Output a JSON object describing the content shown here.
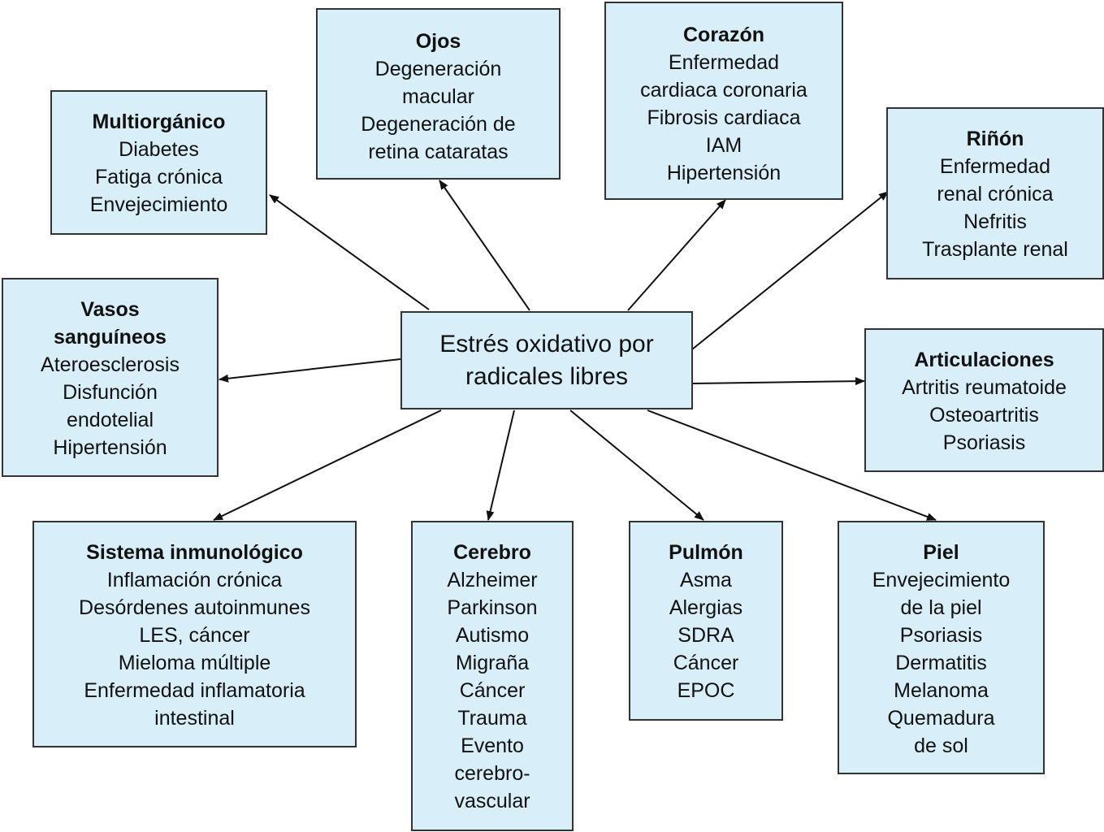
{
  "center": {
    "lines": [
      "Estrés oxidativo por",
      "radicales libres"
    ]
  },
  "boxes": {
    "multiorganico": {
      "title": "Multiorgánico",
      "items": [
        "Diabetes",
        "Fatiga crónica",
        "Envejecimiento"
      ]
    },
    "ojos": {
      "title": "Ojos",
      "items": [
        "Degeneración",
        "macular",
        "Degeneración de",
        "retina cataratas"
      ]
    },
    "corazon": {
      "title": "Corazón",
      "items": [
        "Enfermedad",
        "cardiaca coronaria",
        "Fibrosis cardiaca",
        "IAM",
        "Hipertensión"
      ]
    },
    "rinon": {
      "title": "Riñón",
      "items": [
        "Enfermedad",
        "renal crónica",
        "Nefritis",
        "Trasplante renal"
      ]
    },
    "vasos": {
      "title": "Vasos",
      "title2": "sanguíneos",
      "items": [
        "Ateroesclerosis",
        "Disfunción",
        "endotelial",
        "Hipertensión"
      ]
    },
    "articulaciones": {
      "title": "Articulaciones",
      "items": [
        "Artritis reumatoide",
        "Osteoartritis",
        "Psoriasis"
      ]
    },
    "inmunologico": {
      "title": "Sistema inmunológico",
      "items": [
        "Inflamación crónica",
        "Desórdenes autoinmunes",
        "LES, cáncer",
        "Mieloma múltiple",
        "Enfermedad inflamatoria",
        "intestinal"
      ]
    },
    "cerebro": {
      "title": "Cerebro",
      "items": [
        "Alzheimer",
        "Parkinson",
        "Autismo",
        "Migraña",
        "Cáncer",
        "Trauma",
        "Evento",
        "cerebro-",
        "vascular"
      ]
    },
    "pulmon": {
      "title": "Pulmón",
      "items": [
        "Asma",
        "Alergias",
        "SDRA",
        "Cáncer",
        "EPOC"
      ]
    },
    "piel": {
      "title": "Piel",
      "items": [
        "Envejecimiento",
        "de la piel",
        "Psoriasis",
        "Dermatitis",
        "Melanoma",
        "Quemadura",
        "de sol"
      ]
    }
  },
  "colors": {
    "box_fill": "#d8eef9",
    "border": "#333333"
  }
}
